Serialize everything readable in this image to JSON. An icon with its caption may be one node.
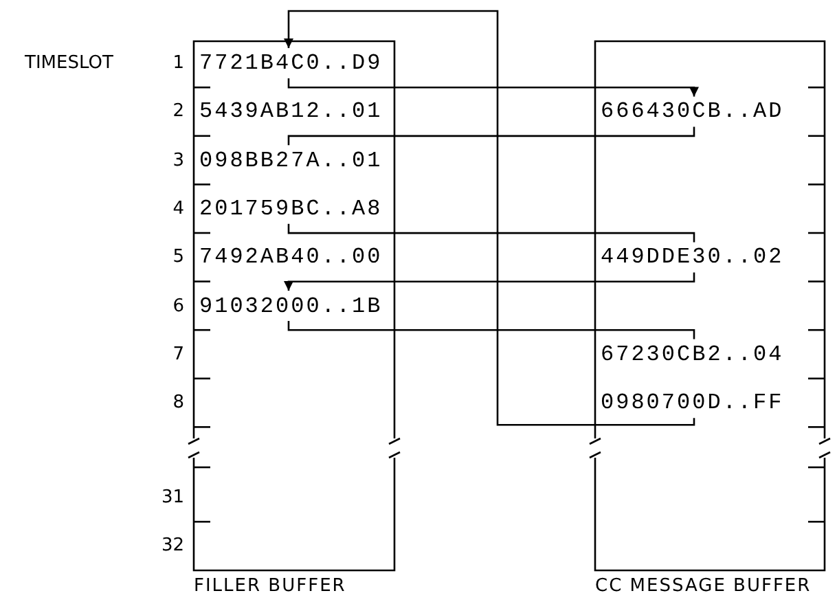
{
  "diagram": {
    "nodes": [
      {
        "text": [
          "FILLER BUFFER"
        ]
      },
      {
        "text": [
          "CC MESSAGE BUFFER"
        ]
      },
      {
        "text": [
          "7721B4C0..D9"
        ],
        "in": 0
      },
      {
        "text": [
          "5439AB12..01"
        ],
        "in": 0
      },
      {
        "text": [
          "098BB27A..01"
        ],
        "in": 0
      },
      {
        "text": [
          "201759BC..A8"
        ],
        "in": 0
      },
      {
        "text": [
          "7492AB40..00"
        ],
        "in": 0
      },
      {
        "text": [
          "91032000..1B"
        ],
        "in": 0
      },
      {
        "text": [
          "666430CB..AD"
        ],
        "in": 1
      },
      {
        "text": [
          "449DDE30..02"
        ],
        "in": 1
      },
      {
        "text": [
          "67230CB2..04"
        ],
        "in": 1
      },
      {
        "text": [
          "0980700D..FF"
        ],
        "in": 1
      }
    ],
    "edges": [
      {
        "from": 2,
        "to": 8,
        "arrow": "to"
      },
      {
        "from": 8,
        "to": 4,
        "arrow": "none"
      },
      {
        "from": 5,
        "to": 9,
        "arrow": "none"
      },
      {
        "from": 9,
        "to": 7,
        "arrow": "to"
      },
      {
        "from": 7,
        "to": 10,
        "arrow": "none"
      },
      {
        "from": 11,
        "to": 2,
        "arrow": "to"
      }
    ],
    "labels": [
      "TIMESLOT",
      "1",
      "2",
      "3",
      "4",
      "5",
      "6",
      "7",
      "8",
      "31",
      "32"
    ]
  }
}
